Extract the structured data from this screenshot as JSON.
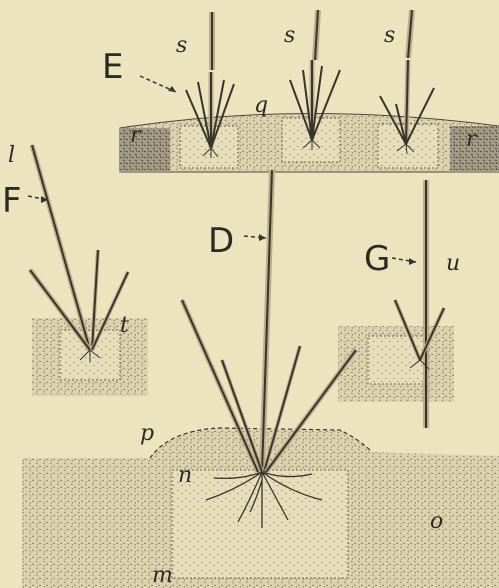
{
  "figure": {
    "labels": {
      "E": "E",
      "F": "F",
      "G": "G",
      "D": "D",
      "s1": "s",
      "s2": "s",
      "s3": "s",
      "q": "q",
      "r_left": "r",
      "r_right": "r",
      "l": "l",
      "t": "t",
      "u": "u",
      "p": "p",
      "n": "n",
      "o": "o",
      "m": "m"
    },
    "colors": {
      "paper": "#ece3bf",
      "ink": "#3a342a",
      "soil_dark": "#8e8573",
      "soil_light": "#d5cba8",
      "stem": "#b9ad8c"
    }
  }
}
